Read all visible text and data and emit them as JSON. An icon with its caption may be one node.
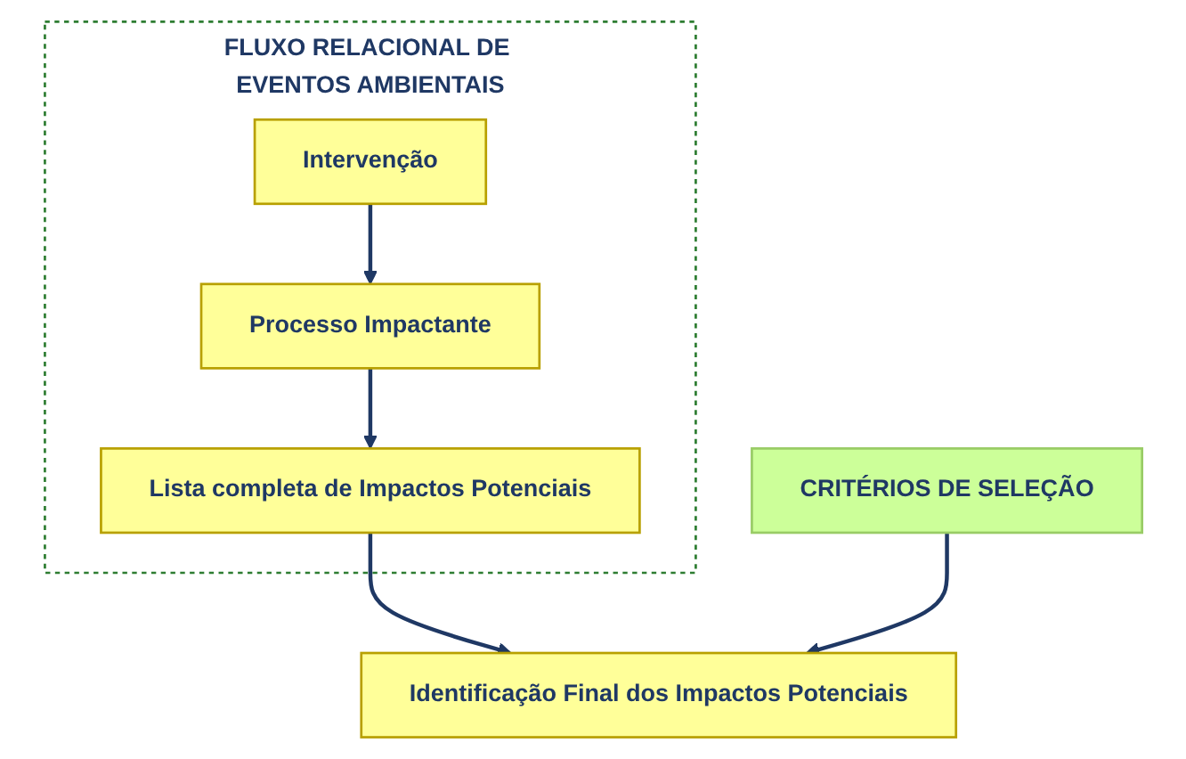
{
  "diagram": {
    "nodes": [
      {
        "text": [
          "FLUXO RELACIONAL DE EVENTOS AMBIENTAIS"
        ]
      },
      {
        "text": [
          "Intervenção"
        ],
        "in": 0
      },
      {
        "text": [
          "Processo Impactante"
        ],
        "in": 0
      },
      {
        "text": [
          "Lista completa de Impactos Potenciais"
        ],
        "in": 0
      },
      {
        "text": [
          "CRITÉRIOS DE SELEÇÃO"
        ]
      },
      {
        "text": [
          "Identificação Final dos Impactos Potenciais"
        ]
      }
    ],
    "edges": [
      {
        "from": 1,
        "to": 2,
        "arrow": "to"
      },
      {
        "from": 2,
        "to": 3,
        "arrow": "to"
      },
      {
        "from": 3,
        "to": 5,
        "arrow": "to"
      },
      {
        "from": 4,
        "to": 5,
        "arrow": "to"
      }
    ]
  }
}
